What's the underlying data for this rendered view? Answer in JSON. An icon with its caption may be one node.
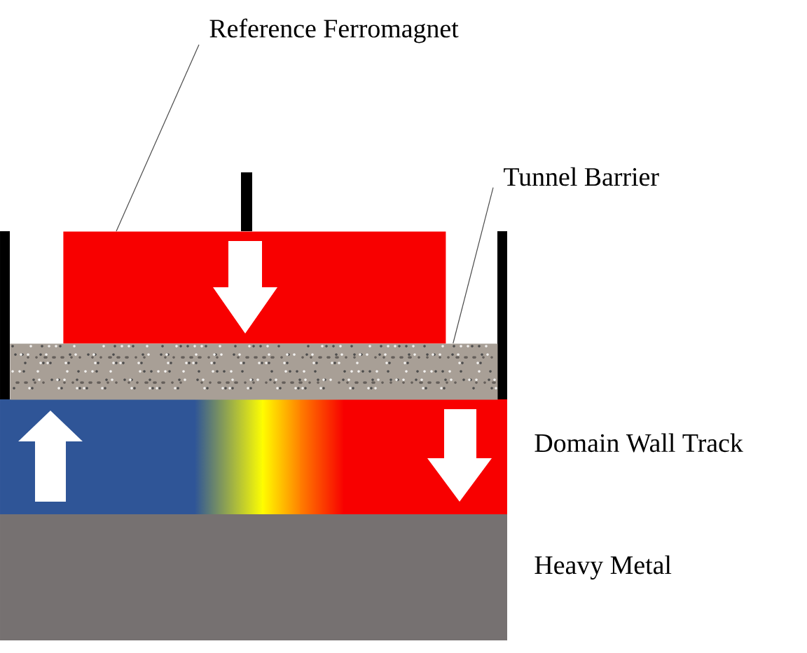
{
  "diagram": {
    "nodes": [
      {
        "text": [
          "Reference Ferromagnet"
        ]
      },
      {
        "text": [],
        "shape": "box"
      },
      {
        "text": [
          "Tunnel Barrier"
        ]
      },
      {
        "text": [],
        "shape": "box"
      }
    ],
    "edges": [
      {
        "from": 0,
        "to": 1,
        "arrow": "none"
      },
      {
        "from": 2,
        "to": 3,
        "arrow": "none"
      }
    ],
    "labels": [
      "Domain Wall Track",
      "Heavy Metal"
    ]
  }
}
